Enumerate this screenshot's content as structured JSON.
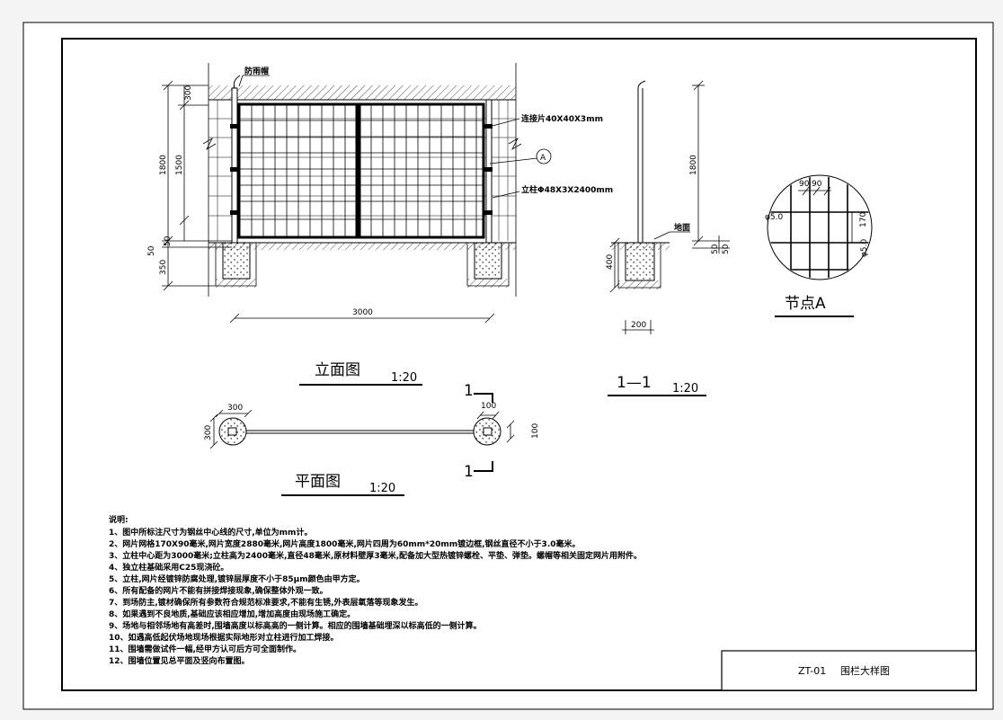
{
  "elevation": {
    "title": "立面图",
    "scale": "1:20",
    "callouts": {
      "cap": "防雨帽",
      "connector": "连接片40X40X3mm",
      "post": "立柱Φ48X3X2400mm",
      "node_ref": "A"
    },
    "dims": {
      "d300": "300",
      "d1800": "1800",
      "d1500": "1500",
      "d50": "50",
      "d50b": "50",
      "d350": "350",
      "d3000": "3000"
    }
  },
  "section": {
    "title": "1—1",
    "scale": "1:20",
    "ground_label": "地面",
    "dims": {
      "d1800": "1800",
      "d50": "50",
      "d50b": "50",
      "d400": "400",
      "d200": "200"
    }
  },
  "plan": {
    "title": "平面图",
    "scale": "1:20",
    "dims": {
      "d300w": "300",
      "d300h": "300",
      "d100a": "100",
      "d100b": "100"
    },
    "cut_label_top": "1",
    "cut_label_bottom": "1"
  },
  "node": {
    "title": "节点A",
    "dims": {
      "d90a": "90",
      "d90b": "90",
      "d170": "170",
      "phi_left": "φ5.0",
      "phi_right": "φ5.0"
    }
  },
  "notes": {
    "heading": "说明:",
    "items": [
      "1、图中所标注尺寸为钢丝中心线的尺寸,单位为mm计。",
      "2、网片网格170X90毫米,网片宽度2880毫米,网片高度1800毫米,网片四周为60mm*20mm镀边框,钢丝直径不小于3.0毫米。",
      "3、立柱中心距为3000毫米;立柱高为2400毫米,直径48毫米,原材料壁厚3毫米,配备加大型热镀锌螺栓、平垫、弹垫。螺帽等相关固定网片用附件。",
      "4、独立柱基础采用C25现浇砼。",
      "5、立柱,网片经镀锌防腐处理,镀锌层厚度不小于85μm颜色由甲方定。",
      "6、所有配备的网片不能有拼接焊接现象,确保整体外观一致。",
      "7、到场防主,镀材确保所有参数符合规范标准要求,不能有生锈,外表层氧落等现象发生。",
      "8、如果遇到不良地质,基础应该相应增加,增加高度由现场施工确定。",
      "9、场地与相邻场地有高差时,围墙高度以标高高的一侧计算。相应的围墙基础埋深以标高低的一侧计算。",
      "10、如遇高低起伏场地现场根据实际地形对立柱进行加工焊接。",
      "11、围墙需做试件一幅,经甲方认可后方可全面制作。",
      "12、围墙位置见总平面及竖向布置图。"
    ]
  },
  "titleblock": {
    "code": "ZT-01",
    "name": "围栏大样图"
  }
}
